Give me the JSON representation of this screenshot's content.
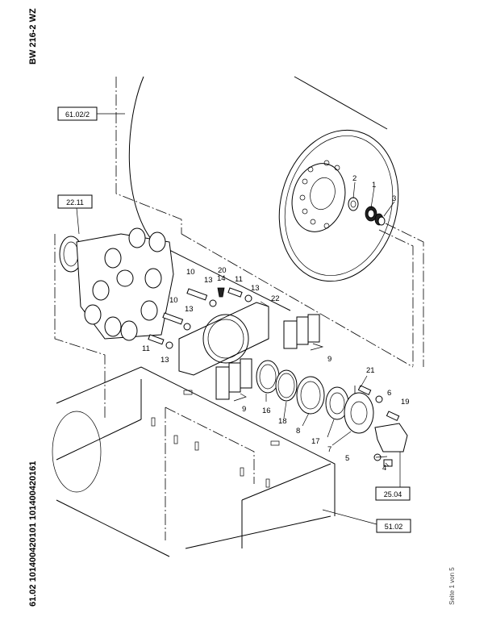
{
  "header": {
    "model": "BW 216-2 WZ"
  },
  "footer": {
    "doc_ref": "61.02 101400420101 101400420161"
  },
  "page_indicator": "Seite 1 von 5",
  "reference_boxes": [
    {
      "id": "ref-61-02-2",
      "label": "61.02/2"
    },
    {
      "id": "ref-22-11",
      "label": "22.11"
    },
    {
      "id": "ref-25-04",
      "label": "25.04"
    },
    {
      "id": "ref-51-02",
      "label": "51.02"
    }
  ],
  "callouts": {
    "c1": "1",
    "c2": "2",
    "c3": "3",
    "c4": "4",
    "c5": "5",
    "c6": "6",
    "c7": "7",
    "c8": "8",
    "c9a": "9",
    "c9b": "9",
    "c10a": "10",
    "c10b": "10",
    "c11a": "11",
    "c11b": "11",
    "c13a": "13",
    "c13b": "13",
    "c13c": "13",
    "c13d": "13",
    "c14": "14",
    "c16": "16",
    "c17": "17",
    "c18": "18",
    "c19": "19",
    "c20": "20",
    "c21": "21",
    "c22": "22"
  }
}
